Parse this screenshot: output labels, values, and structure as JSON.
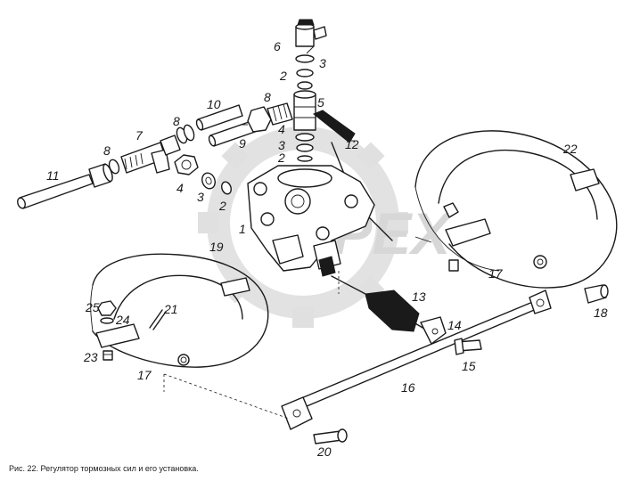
{
  "figure": {
    "caption": "Рис. 22. Регулятор тормозных сил и его установка.",
    "watermark": "OPEX",
    "callouts": [
      {
        "id": "c6",
        "text": "6"
      },
      {
        "id": "c3a",
        "text": "3"
      },
      {
        "id": "c2a",
        "text": "2"
      },
      {
        "id": "c8a",
        "text": "8"
      },
      {
        "id": "c10",
        "text": "10"
      },
      {
        "id": "c5",
        "text": "5"
      },
      {
        "id": "c8b",
        "text": "8"
      },
      {
        "id": "c7",
        "text": "7"
      },
      {
        "id": "c4a",
        "text": "4"
      },
      {
        "id": "c9",
        "text": "9"
      },
      {
        "id": "c3b",
        "text": "3"
      },
      {
        "id": "c12",
        "text": "12"
      },
      {
        "id": "c2b",
        "text": "2"
      },
      {
        "id": "c8c",
        "text": "8"
      },
      {
        "id": "c11",
        "text": "11"
      },
      {
        "id": "c4b",
        "text": "4"
      },
      {
        "id": "c3c",
        "text": "3"
      },
      {
        "id": "c2c",
        "text": "2"
      },
      {
        "id": "c1",
        "text": "1"
      },
      {
        "id": "c19",
        "text": "19"
      },
      {
        "id": "c22",
        "text": "22"
      },
      {
        "id": "c17a",
        "text": "17"
      },
      {
        "id": "c13",
        "text": "13"
      },
      {
        "id": "c25",
        "text": "25"
      },
      {
        "id": "c24",
        "text": "24"
      },
      {
        "id": "c21",
        "text": "21"
      },
      {
        "id": "c14",
        "text": "14"
      },
      {
        "id": "c18",
        "text": "18"
      },
      {
        "id": "c23",
        "text": "23"
      },
      {
        "id": "c17b",
        "text": "17"
      },
      {
        "id": "c15",
        "text": "15"
      },
      {
        "id": "c16",
        "text": "16"
      },
      {
        "id": "c20",
        "text": "20"
      }
    ]
  }
}
